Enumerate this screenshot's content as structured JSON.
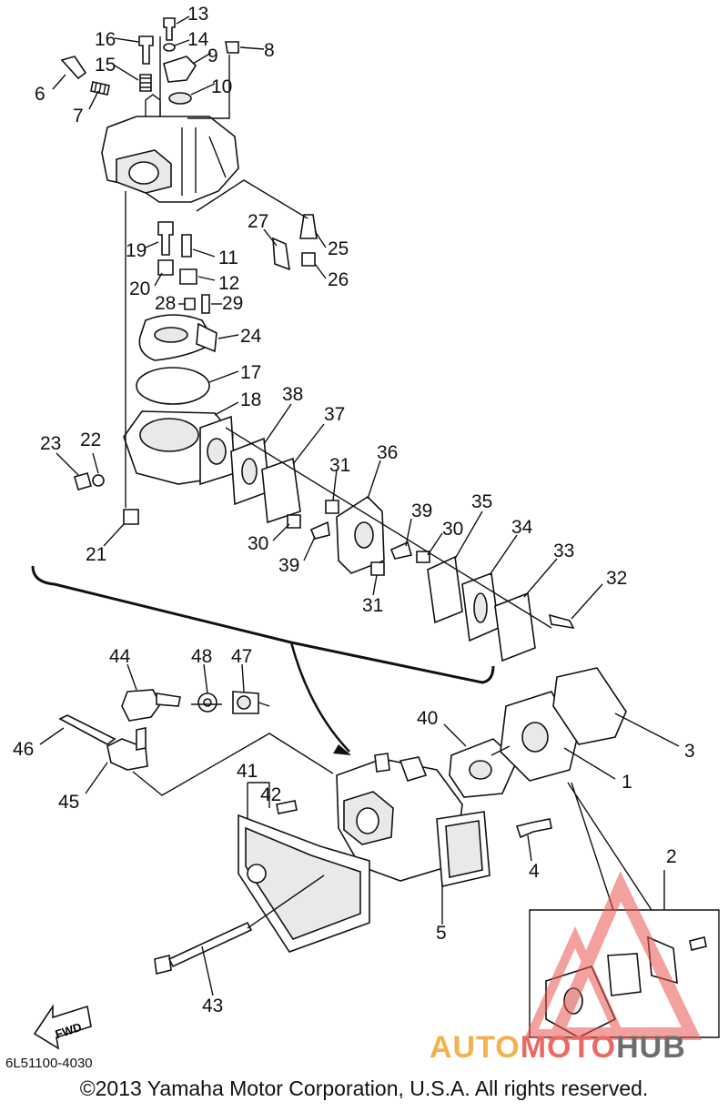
{
  "labels": [
    "1",
    "2",
    "3",
    "4",
    "5",
    "6",
    "7",
    "8",
    "9",
    "10",
    "11",
    "12",
    "13",
    "14",
    "15",
    "16",
    "17",
    "18",
    "19",
    "20",
    "21",
    "22",
    "23",
    "24",
    "25",
    "26",
    "27",
    "28",
    "29",
    "30",
    "30",
    "31",
    "31",
    "32",
    "33",
    "34",
    "35",
    "36",
    "37",
    "38",
    "39",
    "39",
    "40",
    "41",
    "42",
    "43",
    "44",
    "45",
    "46",
    "47",
    "48"
  ],
  "fwd_label": "FWD",
  "diagram_code": "6L51100-4030",
  "copyright": "©2013 Yamaha Motor Corporation, U.S.A. All rights reserved.",
  "watermark": {
    "part1": "AUTO",
    "part2": "MOTO",
    "part3": "HUB"
  },
  "colors": {
    "line": "#111111",
    "watermark_red": "#e8564f",
    "watermark_orange": "#f3b24c",
    "watermark_gray": "#6d6d6d"
  }
}
